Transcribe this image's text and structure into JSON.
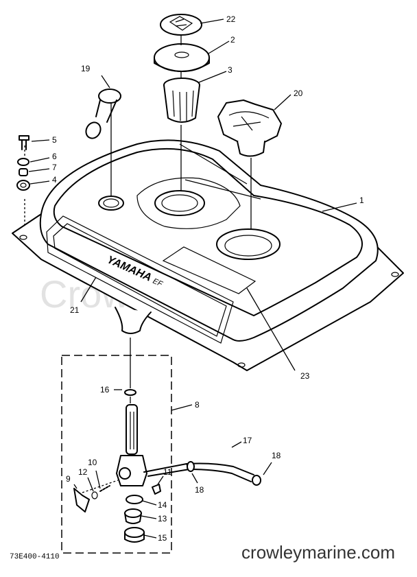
{
  "watermark": "CrowleyMarine",
  "brand_label": "YAMAHA",
  "brand_sub": "EF",
  "diagram_code": "73E400-4110",
  "site_label": "crowleymarine.com",
  "callouts": {
    "c1": "1",
    "c2": "2",
    "c3": "3",
    "c4": "4",
    "c5": "5",
    "c6": "6",
    "c7": "7",
    "c8": "8",
    "c9": "9",
    "c10": "10",
    "c11": "11",
    "c12": "12",
    "c13": "13",
    "c14": "14",
    "c15": "15",
    "c16": "16",
    "c17": "17",
    "c18a": "18",
    "c18b": "18",
    "c19": "19",
    "c20": "20",
    "c21": "21",
    "c22": "22",
    "c23": "23"
  }
}
